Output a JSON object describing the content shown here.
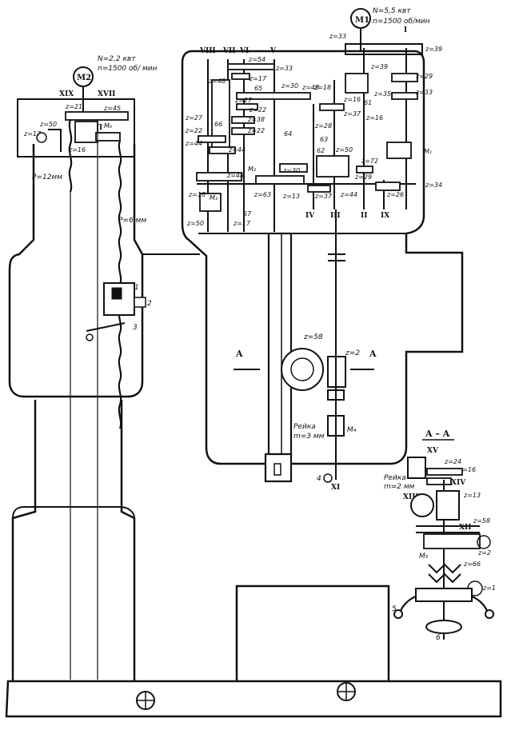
{
  "motors": {
    "m1": {
      "name": "M1",
      "power": "N=5,5 квт",
      "speed": "n=1500 об/мин"
    },
    "m2": {
      "name": "M2",
      "power": "N=2,2 квт",
      "speed": "n=1500 об/ мин"
    }
  },
  "shafts": {
    "head": [
      "VIII",
      "VII",
      "VI",
      "V",
      "I",
      "IV",
      "III",
      "II",
      "IX"
    ],
    "arm": [
      "XIX",
      "XVII",
      "XVI"
    ],
    "section": [
      "XV",
      "XIV",
      "XIII",
      "XII",
      "XI"
    ]
  },
  "gears_head": [
    "z=54",
    "z=33",
    "z=48",
    "z=17",
    "z=30",
    "z=18",
    "z=65",
    "z=27",
    "z=22",
    "z=16",
    "z=38",
    "z=28",
    "z=37",
    "z=64",
    "z=22",
    "z=44",
    "z=66",
    "z=27",
    "z=44",
    "z=50",
    "z=30",
    "z=72",
    "z=29",
    "z=18",
    "z=63",
    "z=13",
    "z=37",
    "z=44",
    "z=26",
    "z=34",
    "z=50",
    "z=17",
    "z=33",
    "z=39",
    "z=29",
    "z=33",
    "z=35",
    "z=16",
    "z=48",
    "z=50",
    "z=22"
  ],
  "gear_labels_misc": {
    "g61": "61",
    "g62": "62",
    "g63": "63",
    "g64": "64",
    "g65": "65",
    "g66": "66",
    "g67": "67",
    "m1_clutch": "M₁",
    "m2_clutch": "M₂",
    "m3_clutch": "M₃",
    "m4": "M₄",
    "m5": "M₅",
    "m6": "M₆"
  },
  "arm_gears": [
    "z=21",
    "z=45",
    "z=50",
    "z=17",
    "z=16"
  ],
  "pitches": {
    "p12": "P=12мм",
    "p6": "P=6 мм"
  },
  "rack_main": {
    "title": "Рейка",
    "module": "m=3 мм"
  },
  "worm": {
    "wheel": "z=58",
    "worm": "z=2"
  },
  "section_title": "A – A",
  "section_marker": "A",
  "section_gears": [
    "z=24",
    "z=16",
    "z=13",
    "z=58",
    "z=2",
    "z=66",
    "z=1"
  ],
  "rack_section": {
    "title": "Рейка",
    "module": "m=2 мм"
  },
  "callouts": [
    "1",
    "2",
    "3",
    "4",
    "5",
    "6"
  ]
}
